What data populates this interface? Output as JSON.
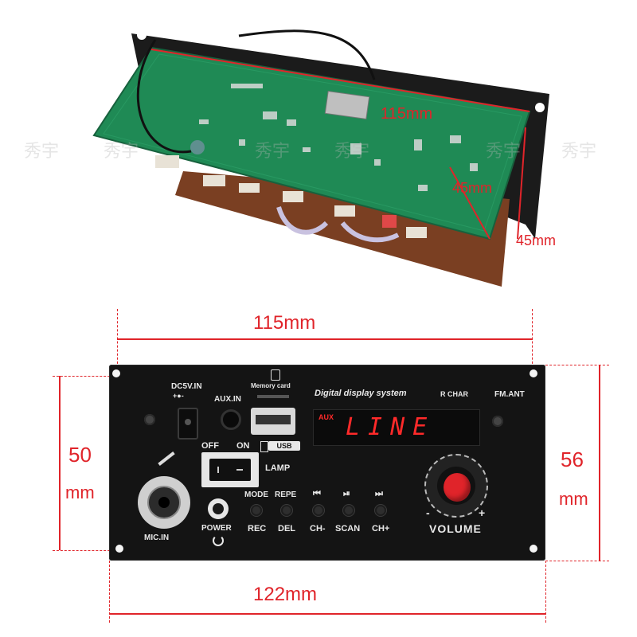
{
  "watermark": "秀宇",
  "photo": {
    "dim_length": "115mm",
    "dim_height_1": "45mm",
    "dim_height_2": "45mm"
  },
  "panel": {
    "dc_label": "DC5V.IN",
    "dc_symbol": "+●-",
    "aux_label": "AUX.IN",
    "memory_label": "Memory card",
    "usb_label": "USB",
    "off_label": "OFF",
    "on_label": "ON",
    "lamp_label": "LAMP",
    "brand_label": "Digital display system",
    "rchar_label": "R CHAR",
    "fmant_label": "FM.ANT",
    "display_mode": "AUX",
    "display_text": "LINE",
    "mic_label": "MIC.IN",
    "power_label": "POWER",
    "buttons_top": [
      "MODE",
      "REPE",
      "⏮",
      "⏯",
      "⏭"
    ],
    "buttons_bottom": [
      "REC",
      "DEL",
      "CH-",
      "SCAN",
      "CH+"
    ],
    "volume_label": "VOLUME",
    "vol_minus": "-",
    "vol_plus": "+"
  },
  "dimensions": {
    "top_width": "115mm",
    "bottom_width": "122mm",
    "left_height_value": "50",
    "left_height_unit": "mm",
    "right_height_value": "56",
    "right_height_unit": "mm"
  },
  "colors": {
    "dimension_red": "#e0242a",
    "display_red": "#ff2a2a",
    "pcb_green": "#1f8a55",
    "panel_black": "#141414",
    "knob_red": "#e0242a"
  }
}
